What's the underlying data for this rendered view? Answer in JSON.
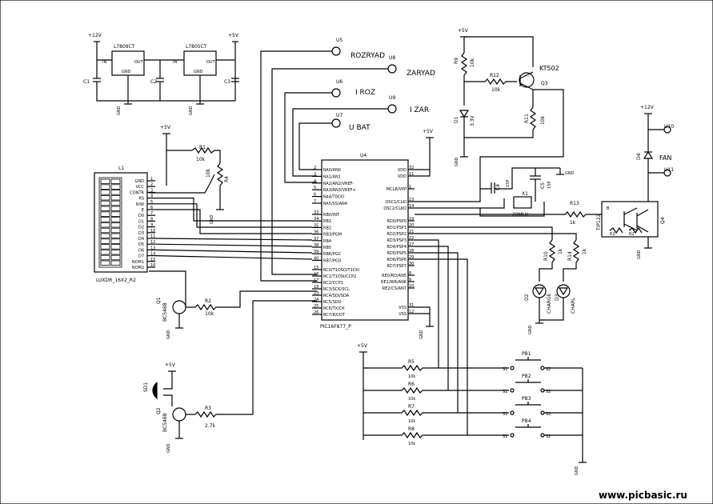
{
  "power": {
    "p12v": "+12V",
    "p5v": "+5V",
    "gnd": "GND"
  },
  "regulators": {
    "u1": {
      "name": "L7809CT",
      "in": "IN",
      "out": "OUT",
      "gnd": "GND"
    },
    "u2": {
      "name": "L7805CT",
      "in": "IN",
      "out": "OUT",
      "gnd": "GND"
    },
    "caps": [
      "C1",
      "C2",
      "C3"
    ]
  },
  "mcu": {
    "ref": "U4",
    "part": "PIC16F877_P",
    "left_pins": [
      {
        "num": "2",
        "name": "RA0/AN0"
      },
      {
        "num": "3",
        "name": "RA1/AN1"
      },
      {
        "num": "4",
        "name": "RA2/AN2/VREF-"
      },
      {
        "num": "5",
        "name": "RA3/AN3/VREF+"
      },
      {
        "num": "6",
        "name": "RA4/T0CKI"
      },
      {
        "num": "7",
        "name": "RA5/SS/AN4"
      },
      {
        "num": "33",
        "name": "RB0/INT"
      },
      {
        "num": "34",
        "name": "RB1"
      },
      {
        "num": "35",
        "name": "RB2"
      },
      {
        "num": "36",
        "name": "RB3/PGM"
      },
      {
        "num": "37",
        "name": "RB4"
      },
      {
        "num": "38",
        "name": "RB5"
      },
      {
        "num": "39",
        "name": "RB6/PGC"
      },
      {
        "num": "40",
        "name": "RB7/PGD"
      },
      {
        "num": "15",
        "name": "RC0/T1OSO/T1CKI"
      },
      {
        "num": "16",
        "name": "RC1/T1OSI/CCP2"
      },
      {
        "num": "17",
        "name": "RC2/CCP1"
      },
      {
        "num": "18",
        "name": "RC3/SCK/SCL"
      },
      {
        "num": "23",
        "name": "RC4/SDI/SDA"
      },
      {
        "num": "24",
        "name": "RC5/SDO"
      },
      {
        "num": "25",
        "name": "RC6/TX/CK"
      },
      {
        "num": "26",
        "name": "RC7/RX/DT"
      }
    ],
    "right_pins": [
      {
        "num": "32",
        "name": "VDD"
      },
      {
        "num": "11",
        "name": "VDD"
      },
      {
        "num": "1",
        "name": "MCLR/VPP"
      },
      {
        "num": "13",
        "name": "OSC1/CLKI"
      },
      {
        "num": "14",
        "name": "OSC2/CLKO"
      },
      {
        "num": "19",
        "name": "RD0/PSP0"
      },
      {
        "num": "20",
        "name": "RD1/PSP1"
      },
      {
        "num": "21",
        "name": "RD2/PSP2"
      },
      {
        "num": "22",
        "name": "RD3/PSP3"
      },
      {
        "num": "27",
        "name": "RD4/PSP4"
      },
      {
        "num": "28",
        "name": "RD5/PSP5"
      },
      {
        "num": "29",
        "name": "RD6/PSP6"
      },
      {
        "num": "30",
        "name": "RD7/PSP7"
      },
      {
        "num": "8",
        "name": "RE0/RD/AN5"
      },
      {
        "num": "9",
        "name": "RE1/WR/AN6"
      },
      {
        "num": "10",
        "name": "RE2/CS/AN7"
      },
      {
        "num": "31",
        "name": "VSS"
      },
      {
        "num": "12",
        "name": "VSS"
      }
    ]
  },
  "lcd": {
    "ref": "L1",
    "part": "LUXDR_16X2_R2",
    "pins": [
      {
        "num": "1",
        "name": "GND"
      },
      {
        "num": "2",
        "name": "VCC"
      },
      {
        "num": "3",
        "name": "CONTR"
      },
      {
        "num": "4",
        "name": "RS"
      },
      {
        "num": "5",
        "name": "R/W"
      },
      {
        "num": "6",
        "name": "E"
      },
      {
        "num": "7",
        "name": "D0"
      },
      {
        "num": "8",
        "name": "D1"
      },
      {
        "num": "9",
        "name": "D2"
      },
      {
        "num": "10",
        "name": "D3"
      },
      {
        "num": "11",
        "name": "D4"
      },
      {
        "num": "12",
        "name": "D5"
      },
      {
        "num": "13",
        "name": "D6"
      },
      {
        "num": "14",
        "name": "D7"
      },
      {
        "num": "15",
        "name": "NOM1"
      },
      {
        "num": "16",
        "name": "NOM2"
      }
    ]
  },
  "connectors": {
    "u5": {
      "ref": "U5",
      "label": "ROZRYAD"
    },
    "u8": {
      "ref": "U8",
      "label": "ZARYAD"
    },
    "u6": {
      "ref": "U6",
      "label": "I ROZ"
    },
    "u9": {
      "ref": "U9",
      "label": "I ZAR"
    },
    "u7": {
      "ref": "U7",
      "label": "U BAT"
    },
    "u10": {
      "ref": "U10"
    },
    "u11": {
      "ref": "U11"
    },
    "fan": "FAN"
  },
  "components": {
    "r1": {
      "ref": "R1",
      "value": "10k"
    },
    "r4": {
      "ref": "R4",
      "value": "10k"
    },
    "r2": {
      "ref": "R2",
      "value": "10k"
    },
    "r3": {
      "ref": "R3",
      "value": "2.7k"
    },
    "r5": {
      "ref": "R5",
      "value": "10k"
    },
    "r6": {
      "ref": "R6",
      "value": "10k"
    },
    "r7": {
      "ref": "R7",
      "value": "10k"
    },
    "r8": {
      "ref": "R8",
      "value": "10k"
    },
    "r9": {
      "ref": "R9",
      "value": "10k"
    },
    "r10": {
      "ref": "R10",
      "value": "1k"
    },
    "r11": {
      "ref": "R11",
      "value": "10k"
    },
    "r12": {
      "ref": "R12",
      "value": "10k"
    },
    "r13": {
      "ref": "R13",
      "value": "1k"
    },
    "r14": {
      "ref": "R14",
      "value": "1k"
    },
    "c4": {
      "ref": "C4",
      "value": "15P"
    },
    "c5": {
      "ref": "C5",
      "value": "15P"
    },
    "x1": {
      "ref": "X1",
      "value": "20MHz"
    },
    "q1": {
      "ref": "Q1",
      "part": "BC548B"
    },
    "q2": {
      "ref": "Q2",
      "part": "BC548B"
    },
    "q3": {
      "ref": "Q3",
      "part": "KT502"
    },
    "q4": {
      "ref": "Q4",
      "part": "TIP122"
    },
    "d1": {
      "ref": "D1",
      "value": "3.3V"
    },
    "d2": {
      "ref": "D2",
      "value": "CHARGE"
    },
    "d3": {
      "ref": "D3",
      "value": "CHARL"
    },
    "d4": {
      "ref": "D4"
    },
    "sd1": {
      "ref": "SD1"
    },
    "buttons": [
      "PB1",
      "PB2",
      "PB3",
      "PB4"
    ],
    "button_pins": {
      "s1": "S1",
      "s2": "S2"
    }
  },
  "watermark": "www.picbasic.ru"
}
